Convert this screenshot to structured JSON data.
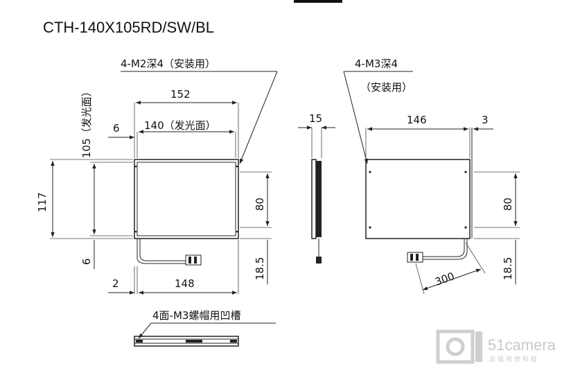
{
  "title": "CTH-140X105RD/SW/BL",
  "front_view": {
    "mount_note": "4-M2深4（安装用）",
    "width_overall": "152",
    "width_emitting": "140（发光面）",
    "left_offset": "6",
    "height_emitting": "105（发光面）",
    "height_overall": "117",
    "bottom_offset": "6",
    "hole_pitch": "80",
    "cable_offset": "18.5",
    "base_offset": "2",
    "base_width": "148"
  },
  "side_view": {
    "thickness": "15"
  },
  "back_view": {
    "mount_note_line1": "4-M3深4",
    "mount_note_line2": "（安装用）",
    "width": "146",
    "edge_offset": "3",
    "hole_pitch": "80",
    "cable_offset": "18.5",
    "cable_length": "300"
  },
  "bottom_view": {
    "groove_note": "4面-M3螺帽用凹槽"
  },
  "watermark": {
    "brand": "51camera",
    "tagline": "志强视觉科技"
  }
}
